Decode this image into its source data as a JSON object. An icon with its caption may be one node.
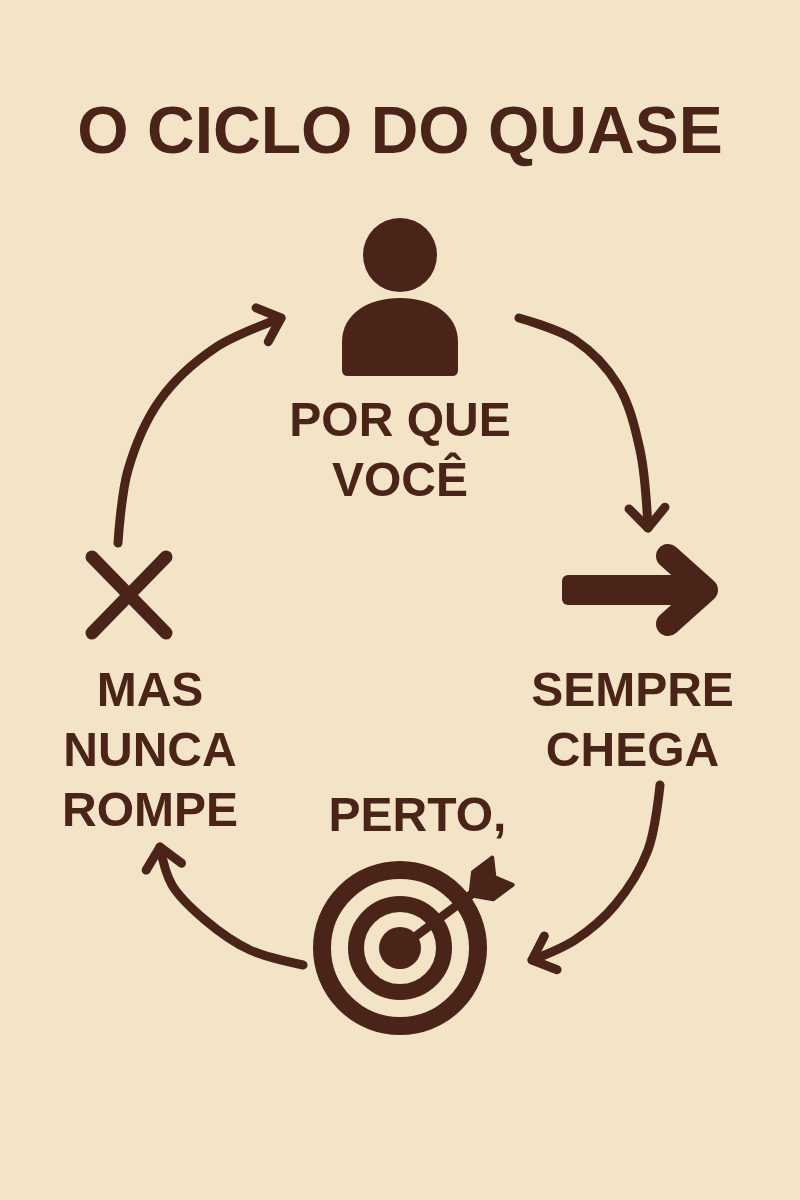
{
  "diagram": {
    "title": "O CICLO DO QUASE",
    "nodes": [
      {
        "text": [
          "POR QUE VOCÊ"
        ]
      },
      {
        "text": [
          "SEMPRE CHEGA"
        ]
      },
      {
        "text": [
          "PERTO,"
        ]
      },
      {
        "text": [
          "MAS NUNCA ROMPE"
        ]
      }
    ],
    "edges": [
      {
        "from": 3,
        "to": 0,
        "arrow": "to"
      },
      {
        "from": 0,
        "to": 1,
        "arrow": "to"
      },
      {
        "from": 1,
        "to": 2,
        "arrow": "to"
      },
      {
        "from": 2,
        "to": 3,
        "arrow": "to"
      }
    ]
  }
}
